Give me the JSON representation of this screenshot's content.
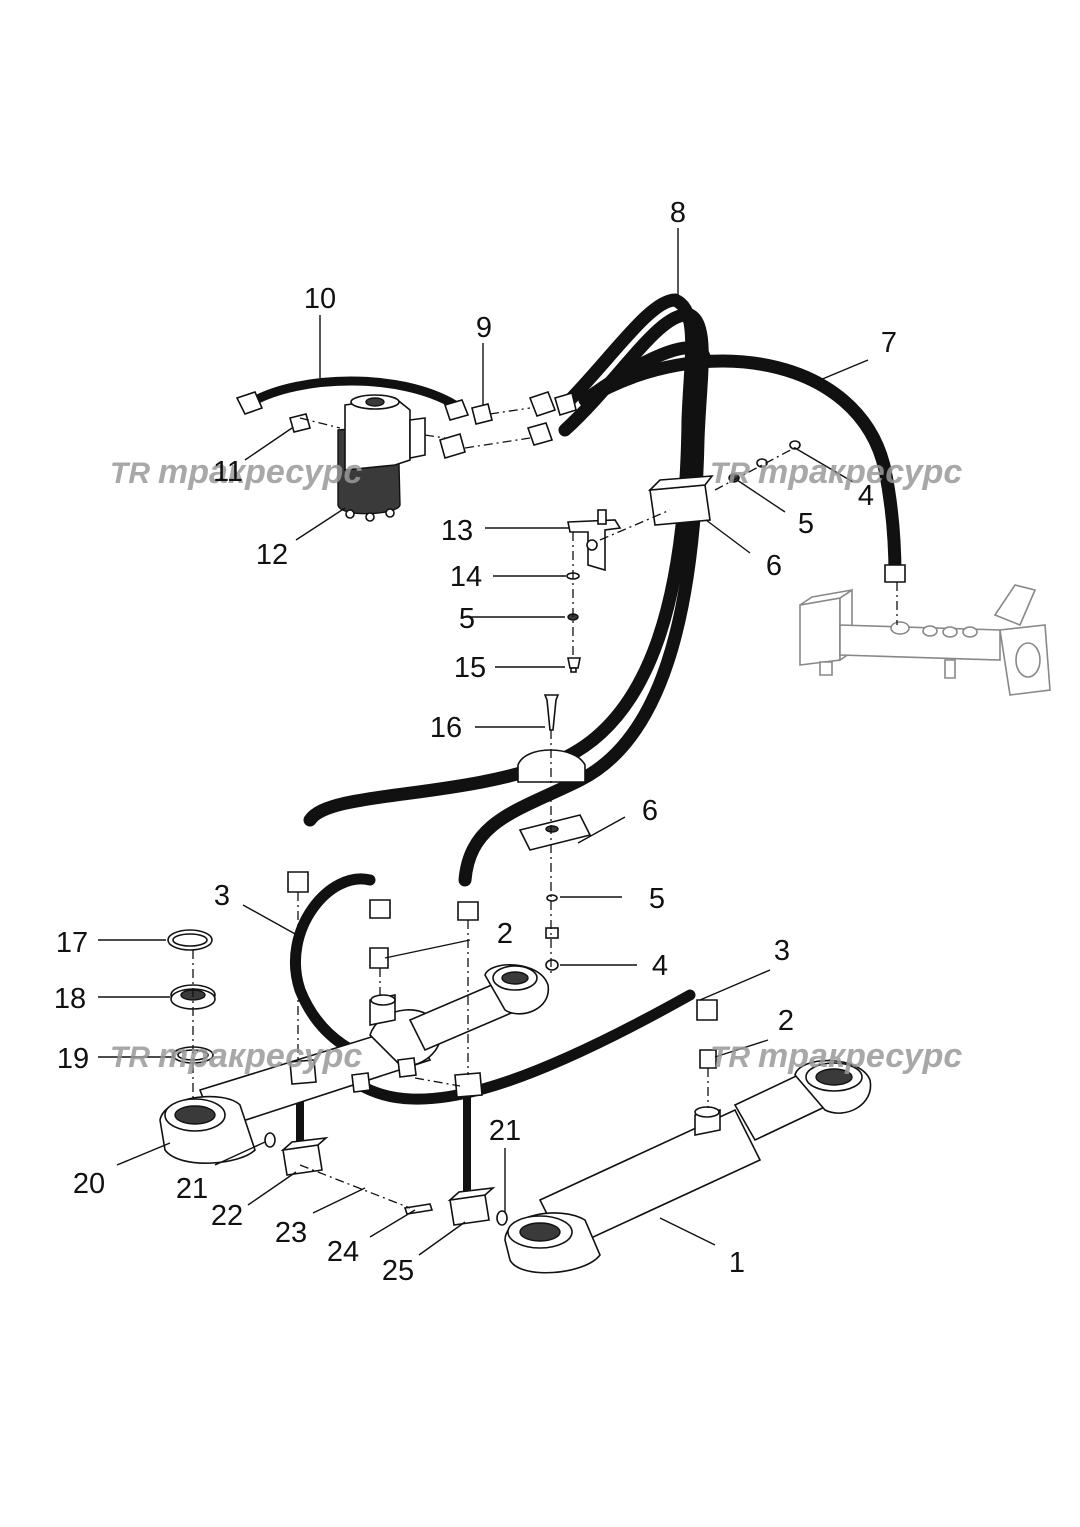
{
  "watermark": {
    "logo": "TR",
    "brand": "тракресурс"
  },
  "callouts": [
    "1",
    "2",
    "2",
    "3",
    "3",
    "4",
    "4",
    "5",
    "5",
    "5",
    "6",
    "6",
    "7",
    "8",
    "9",
    "10",
    "11",
    "12",
    "13",
    "14",
    "15",
    "16",
    "17",
    "18",
    "19",
    "20",
    "21",
    "21",
    "22",
    "23",
    "24",
    "25"
  ]
}
